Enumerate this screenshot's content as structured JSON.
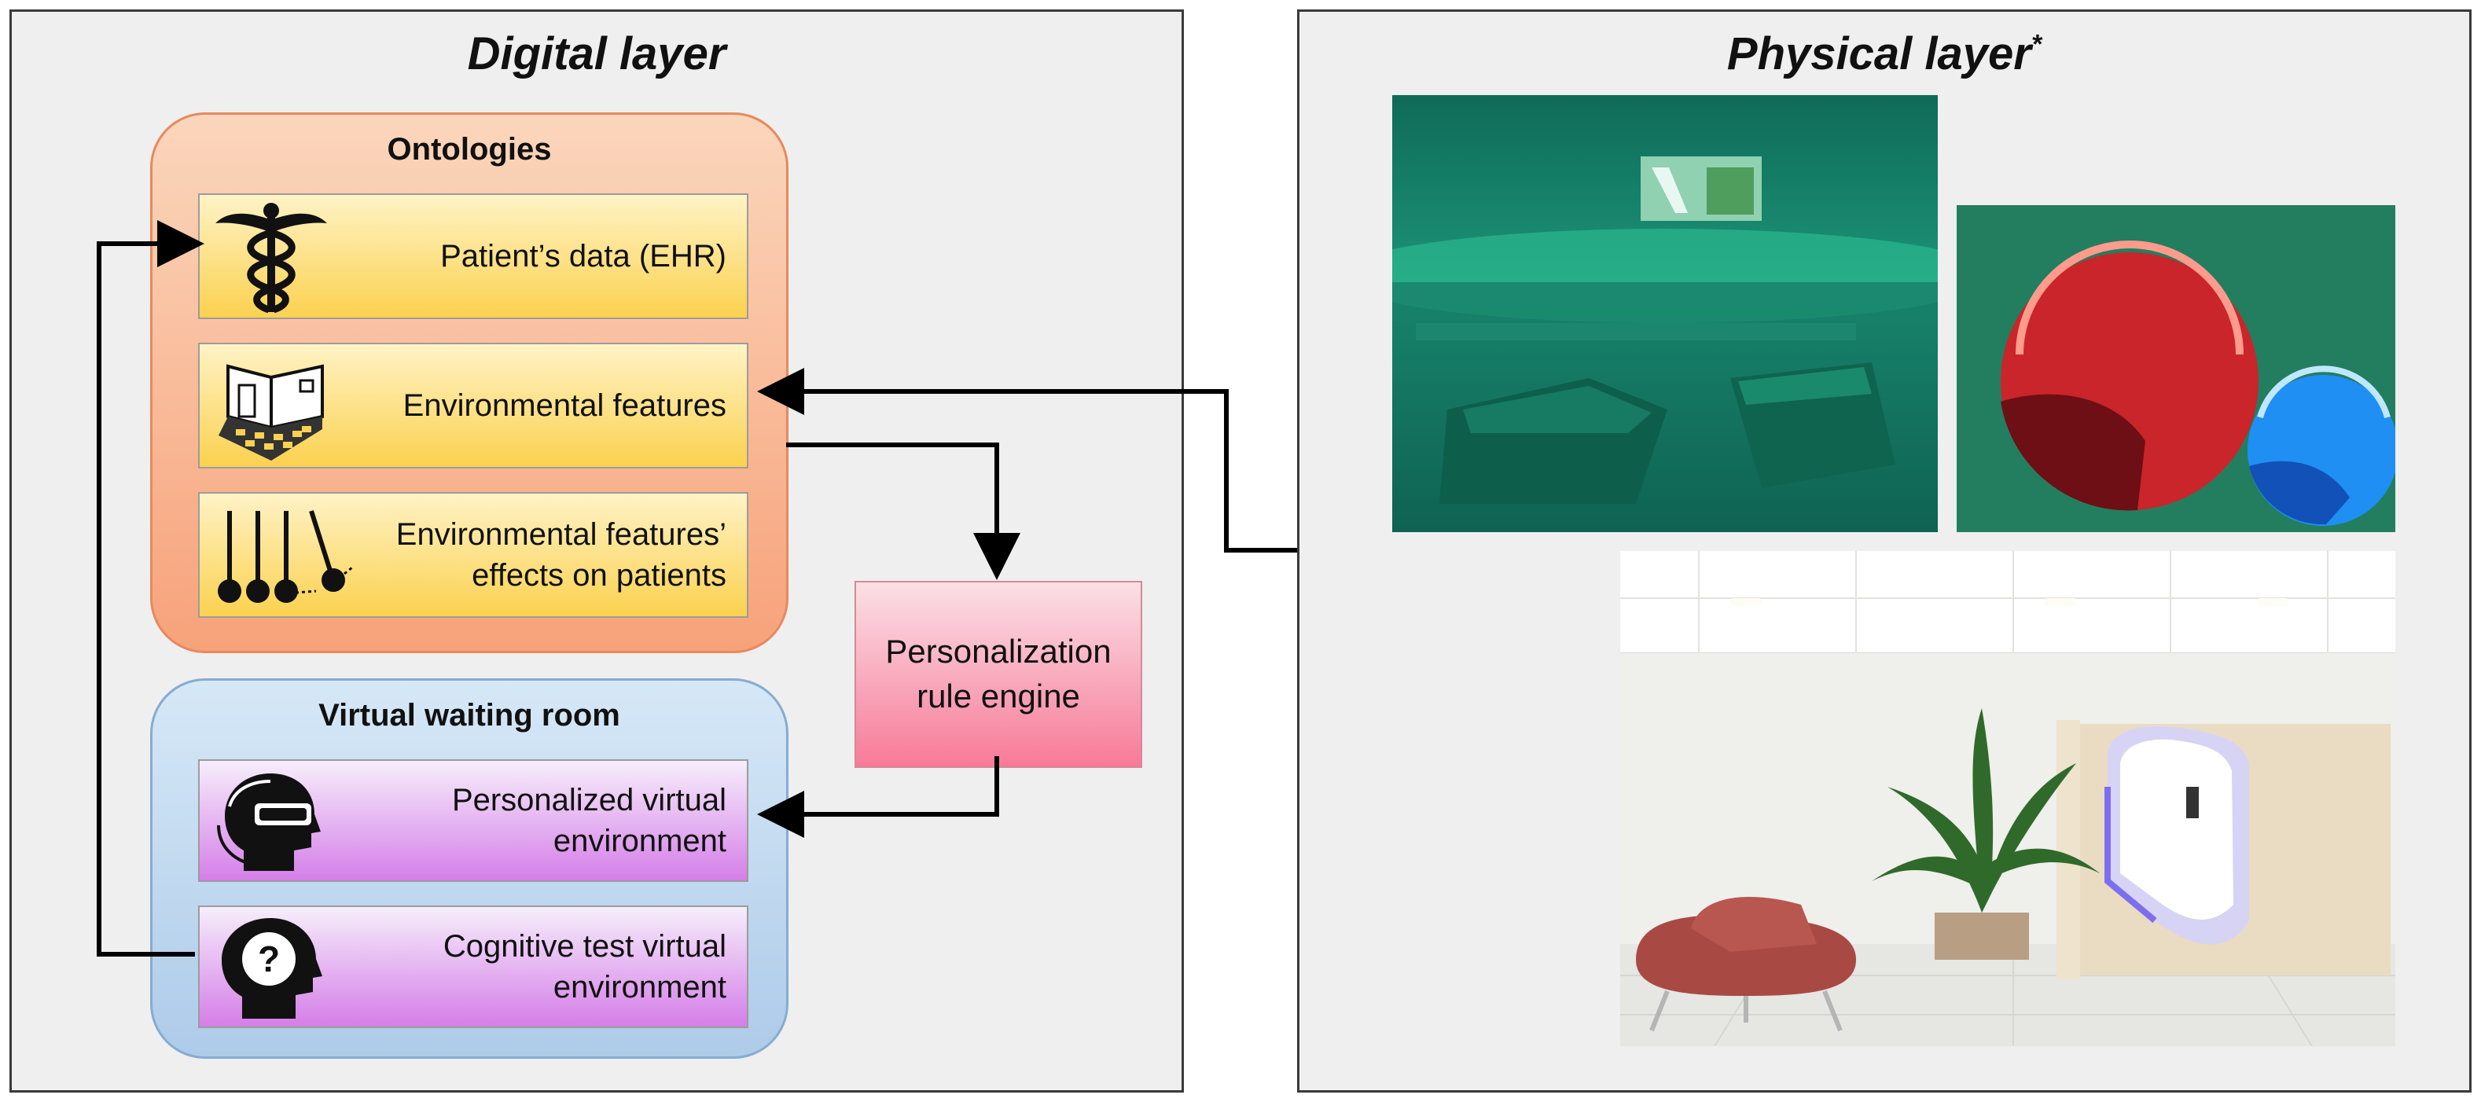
{
  "digital_layer": {
    "title": "Digital layer",
    "ontologies": {
      "title": "Ontologies",
      "items": [
        {
          "label": "Patient’s data (EHR)",
          "icon": "caduceus-icon"
        },
        {
          "label": "Environmental features",
          "icon": "room-icon"
        },
        {
          "label": "Environmental features’ effects on patients",
          "icon": "pendulum-icon"
        }
      ]
    },
    "virtual_waiting_room": {
      "title": "Virtual waiting room",
      "items": [
        {
          "label": "Personalized virtual environment",
          "icon": "vr-head-icon"
        },
        {
          "label": "Cognitive test virtual environment",
          "icon": "question-head-icon"
        }
      ]
    },
    "rule_engine": "Personalization rule engine"
  },
  "physical_layer": {
    "title": "Physical layer",
    "marker": "*"
  },
  "colors": {
    "ontologies_bg": "#f7a27a",
    "vwr_bg": "#aecbe9",
    "ontology_item": "#fbd14f",
    "vwr_item": "#d57ee8",
    "rule_engine": "#f77a98",
    "room_green": "#1f8a6e"
  }
}
